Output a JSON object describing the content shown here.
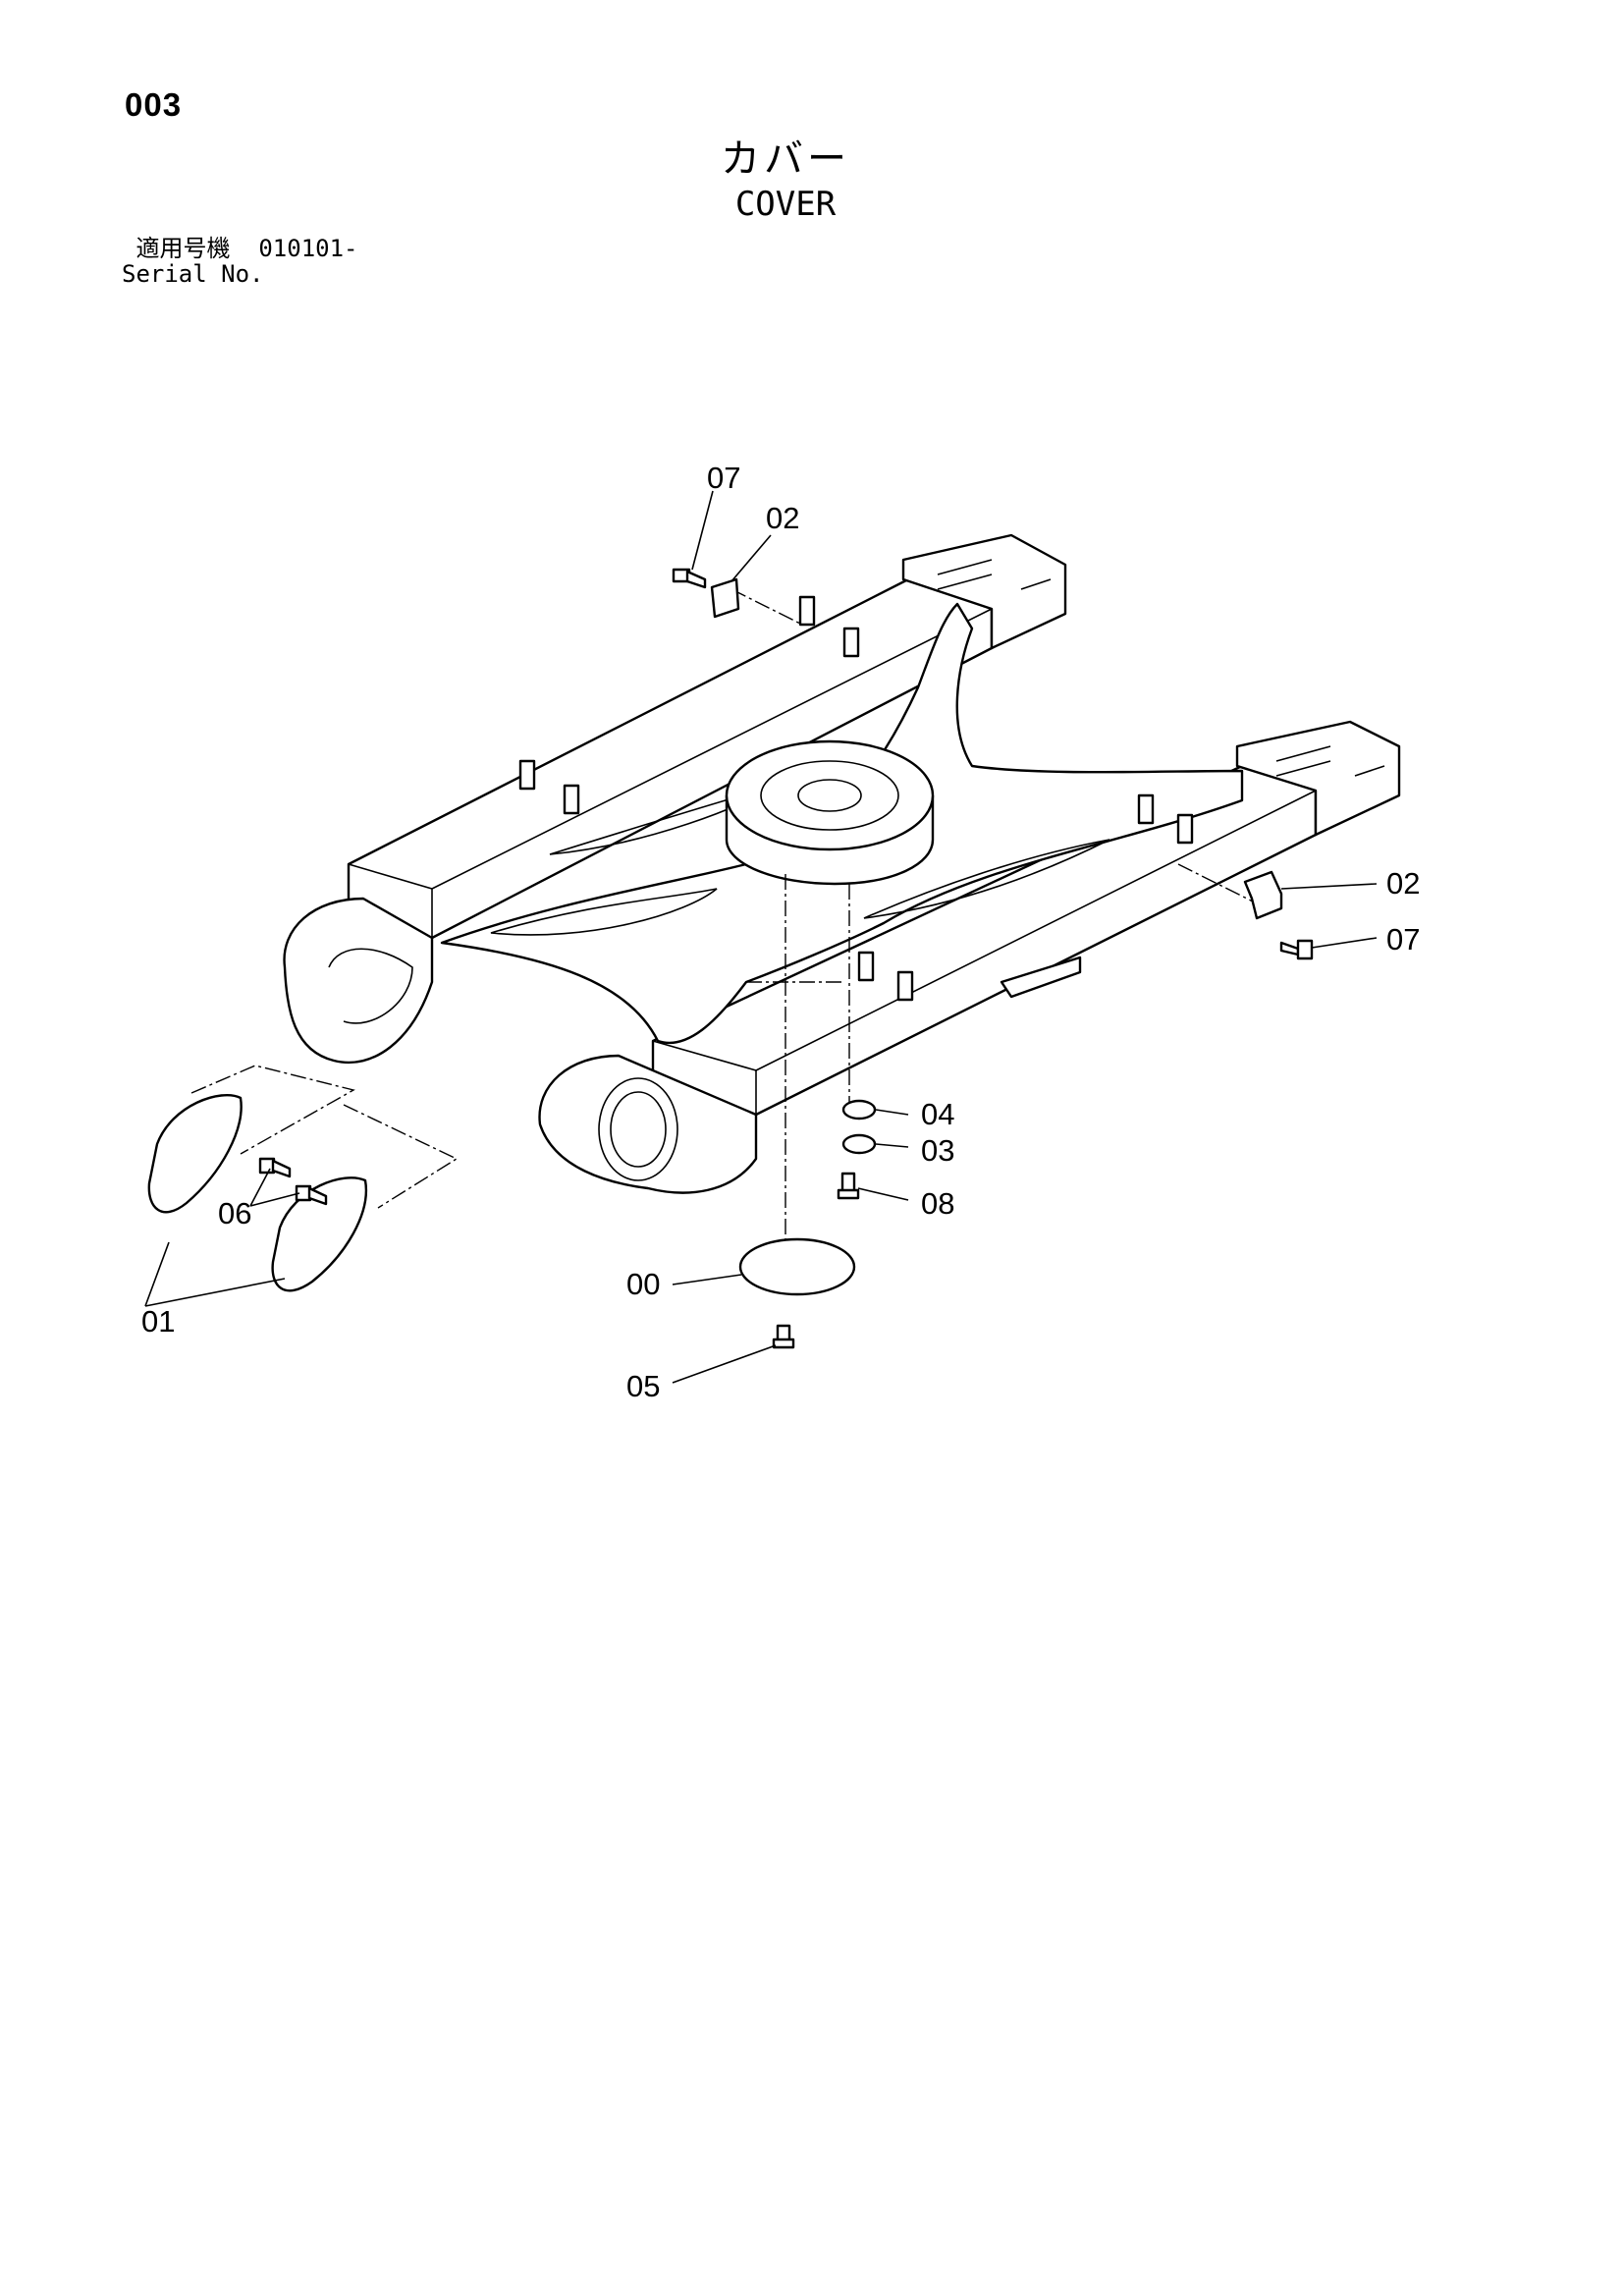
{
  "page": {
    "number": "003",
    "title_jp": "カバー",
    "title_en": "COVER"
  },
  "serial": {
    "label_jp": "適用号機",
    "label_en": "Serial No.",
    "value": "010101-"
  },
  "callouts": {
    "c07_top": "07",
    "c02_top": "02",
    "c02_right": "02",
    "c07_right": "07",
    "c04": "04",
    "c03": "03",
    "c08": "08",
    "c00": "00",
    "c05": "05",
    "c06": "06",
    "c01": "01"
  }
}
